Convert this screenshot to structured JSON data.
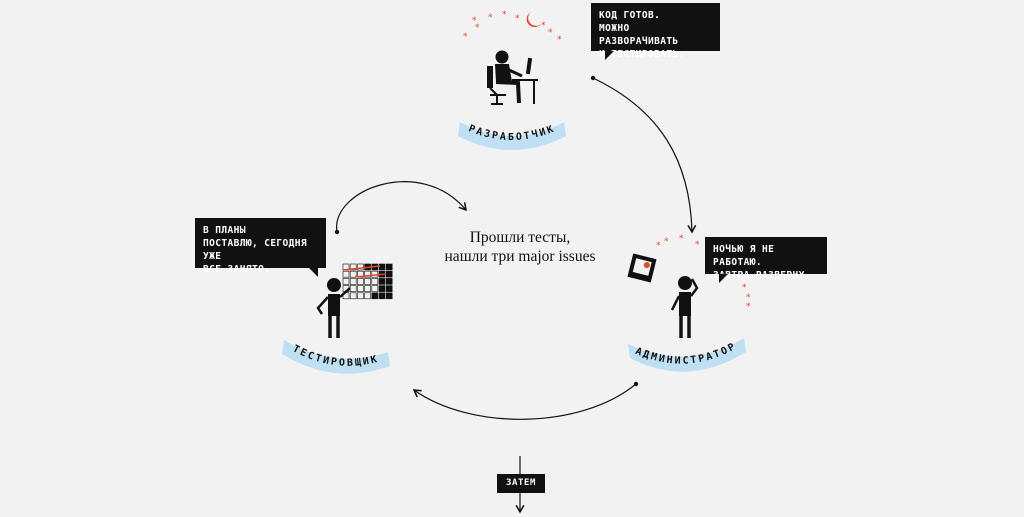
{
  "roles": {
    "developer": "РАЗРАБОТЧИК",
    "tester": "ТЕСТИРОВЩИК",
    "admin": "АДМИНИСТРАТОР"
  },
  "bubbles": {
    "developer": "КОД ГОТОВ.\nМОЖНО РАЗВОРАЧИВАТЬ\nИ ТЕСТИРОВАТЬ.",
    "tester": "В ПЛАНЫ\nПОСТАВЛЮ, СЕГОДНЯ УЖЕ\nВСЕ ЗАНЯТО.",
    "admin": "НОЧЬЮ Я НЕ РАБОТАЮ.\nЗАВТРА РАЗВЕРНУ."
  },
  "center_note": "Прошли тесты,\nнашли три major issues",
  "then_label": "ЗАТЕМ",
  "colors": {
    "background": "#f2f2f2",
    "ink": "#111111",
    "accent": "#e8452c",
    "ribbon": "#bfe0f2"
  }
}
